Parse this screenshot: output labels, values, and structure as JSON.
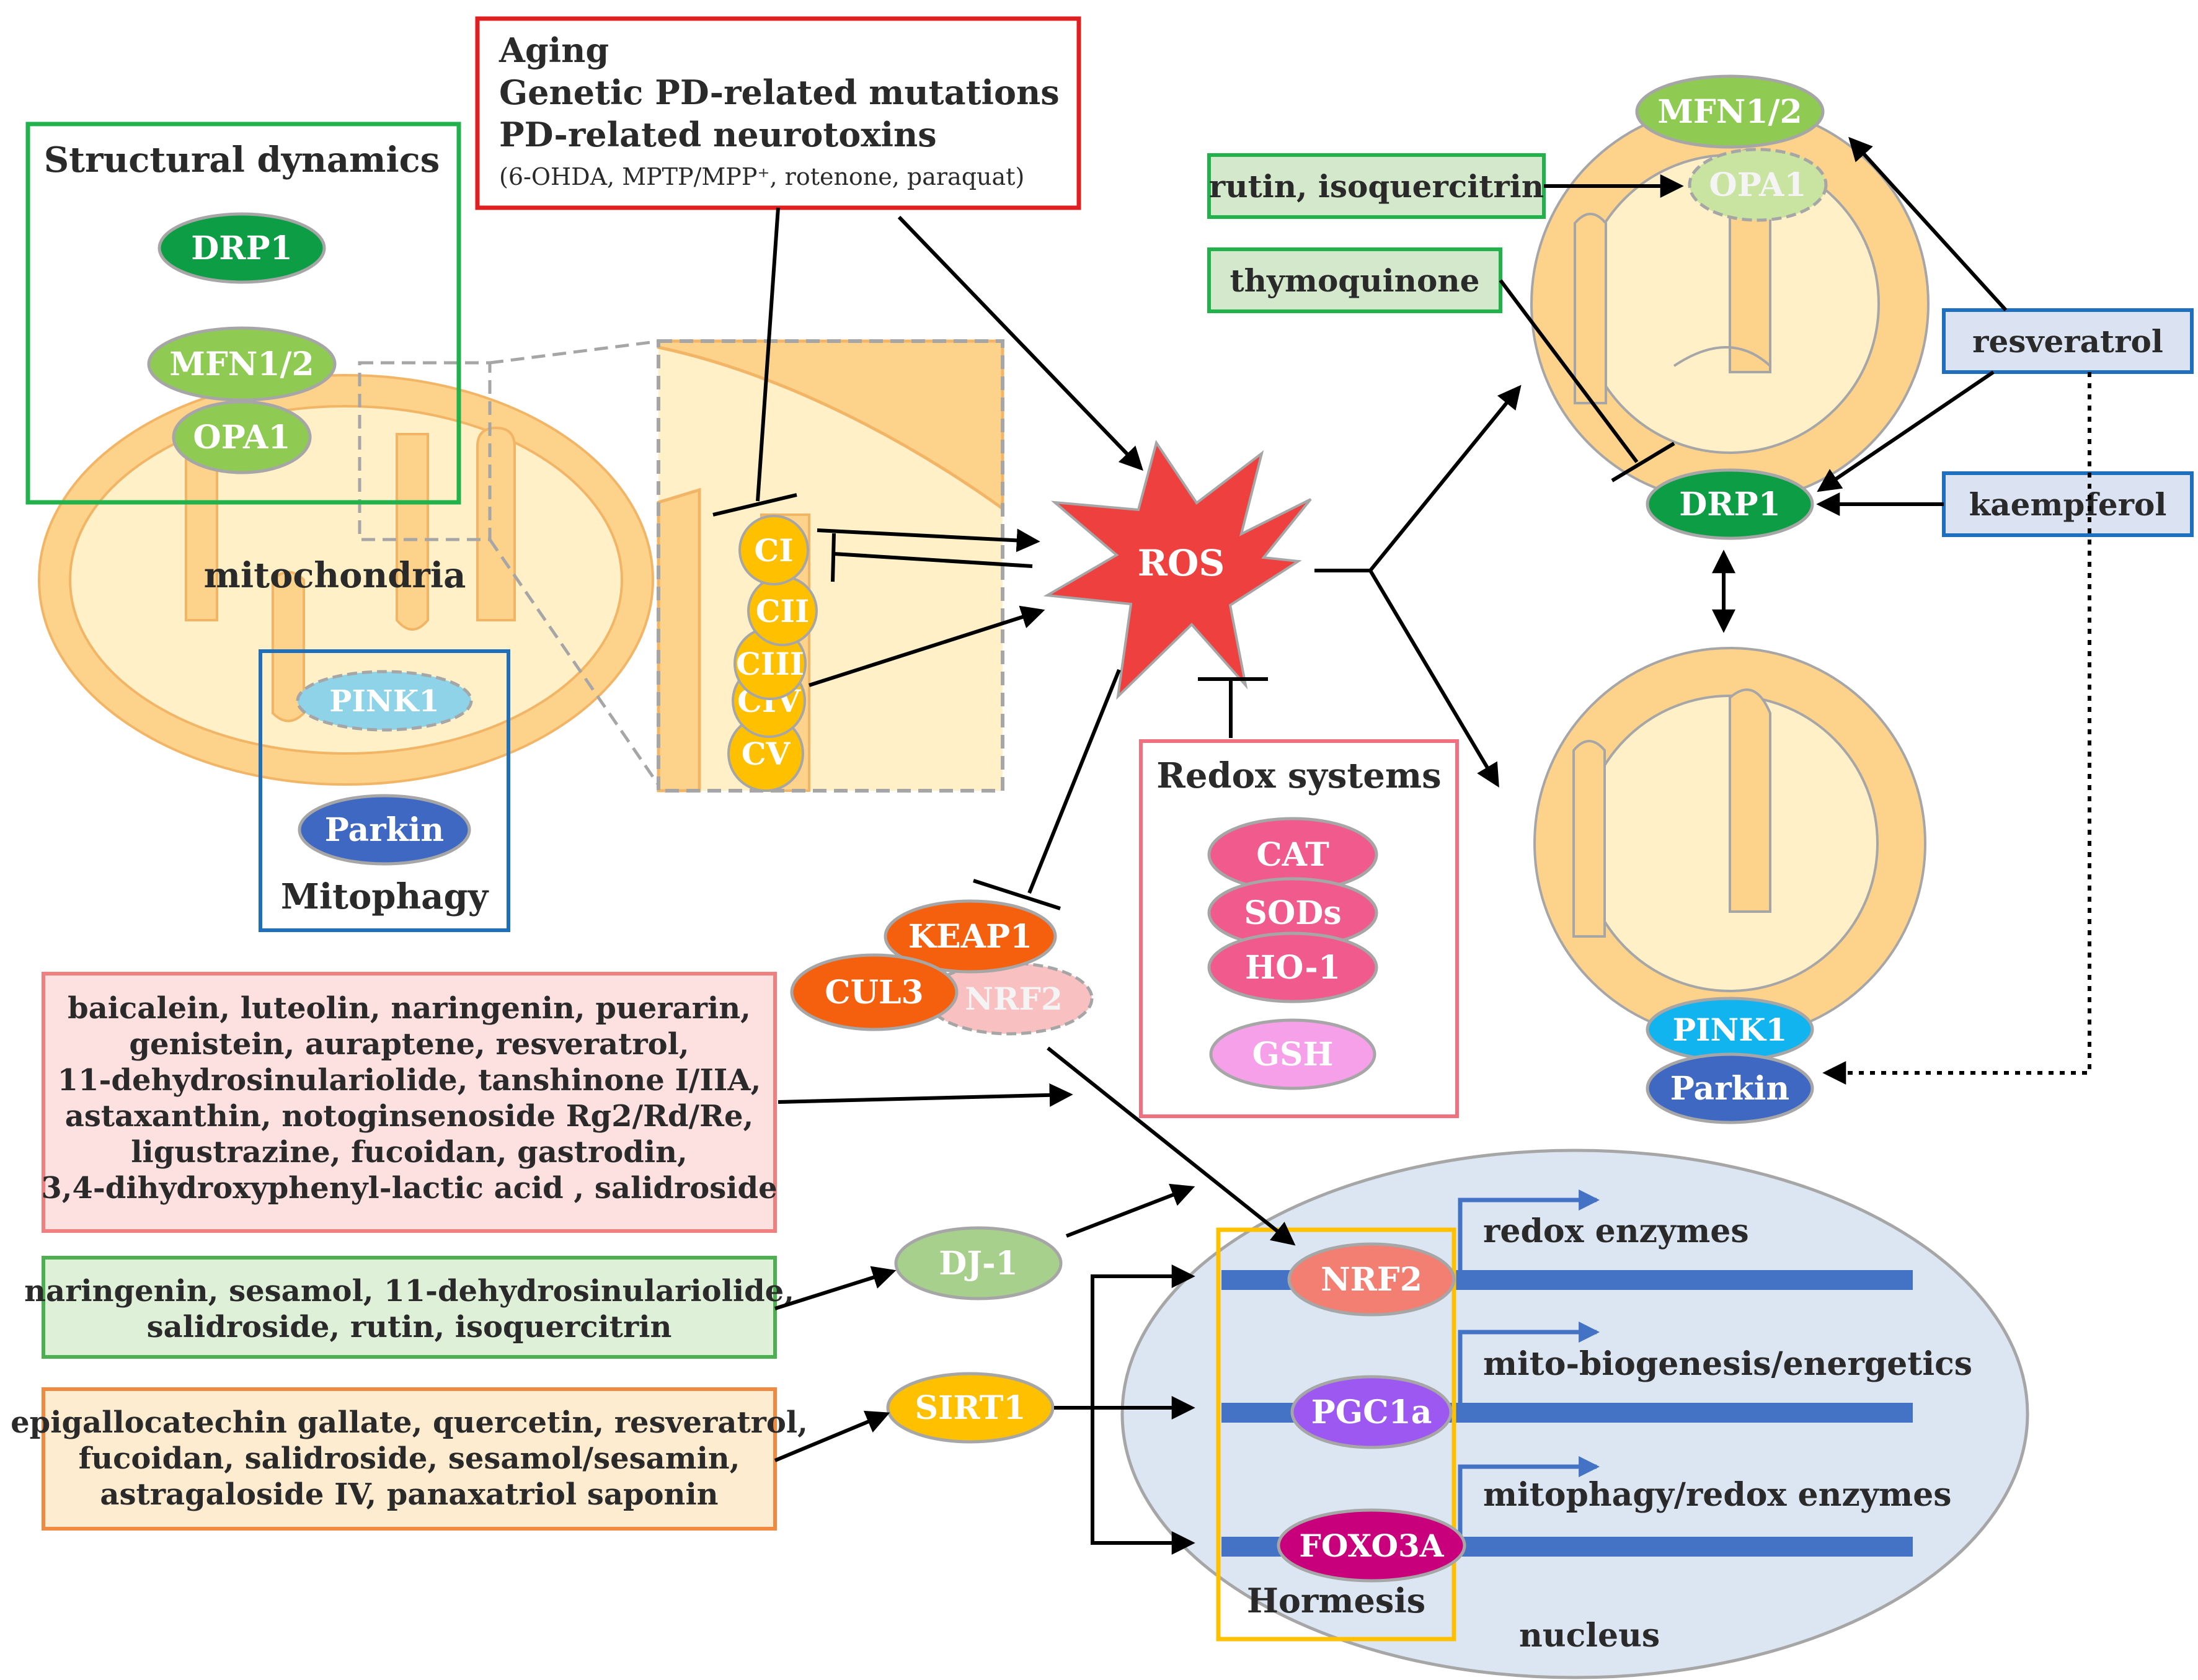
{
  "colors": {
    "mito_outer": "#fdd28b",
    "mito_inner": "#fff0c8",
    "nucleus": "#dce6f3",
    "rna_bar": "#4472c4",
    "ros": "#ef4040",
    "complex": "#ffc000"
  },
  "stressors": {
    "line1": "Aging",
    "line2": "Genetic PD-related mutations",
    "line3": "PD-related neurotoxins",
    "line4": "(6-OHDA, MPTP/MPP⁺, rotenone, paraquat)"
  },
  "structural_dynamics": {
    "title": "Structural dynamics",
    "drp1": "DRP1",
    "mfn": "MFN1/2",
    "opa1": "OPA1"
  },
  "mitochondria_label": "mitochondria",
  "mitophagy": {
    "title": "Mitophagy",
    "pink1": "PINK1",
    "parkin": "Parkin"
  },
  "complexes": [
    "CI",
    "CII",
    "CIII",
    "CIV",
    "CV"
  ],
  "ros_label": "ROS",
  "redox": {
    "title": "Redox systems",
    "items": [
      "CAT",
      "SODs",
      "HO-1",
      "GSH"
    ]
  },
  "keap": {
    "keap1": "KEAP1",
    "cul3": "CUL3",
    "nrf2": "NRF2"
  },
  "right_mito": {
    "mfn": "MFN1/2",
    "opa1": "OPA1",
    "drp1": "DRP1",
    "pink1": "PINK1",
    "parkin": "Parkin"
  },
  "compounds": {
    "rutin": "rutin, isoquercitrin",
    "thymo": "thymoquinone",
    "resv": "resveratrol",
    "kaemp": "kaempferol"
  },
  "nrf2_activators": [
    "baicalein, luteolin, naringenin, puerarin,",
    "genistein, auraptene, resveratrol,",
    "11-dehydrosinulariolide, tanshinone I/IIA,",
    "astaxanthin, notoginsenoside Rg2/Rd/Re,",
    "ligustrazine, fucoidan, gastrodin,",
    "3,4-dihydroxyphenyl-lactic acid , salidroside"
  ],
  "dj1_activators": [
    "naringenin, sesamol, 11-dehydrosinulariolide,",
    "salidroside, rutin, isoquercitrin"
  ],
  "sirt1_activators": [
    "epigallocatechin gallate, quercetin, resveratrol,",
    "fucoidan, salidroside, sesamol/sesamin,",
    "astragaloside IV, panaxatriol saponin"
  ],
  "dj1": "DJ-1",
  "sirt1": "SIRT1",
  "nucleus": {
    "label": "nucleus",
    "hormesis": "Hormesis",
    "tf": [
      "NRF2",
      "PGC1a",
      "FOXO3A"
    ],
    "targets": [
      "redox enzymes",
      "mito-biogenesis/energetics",
      "mitophagy/redox enzymes"
    ]
  }
}
